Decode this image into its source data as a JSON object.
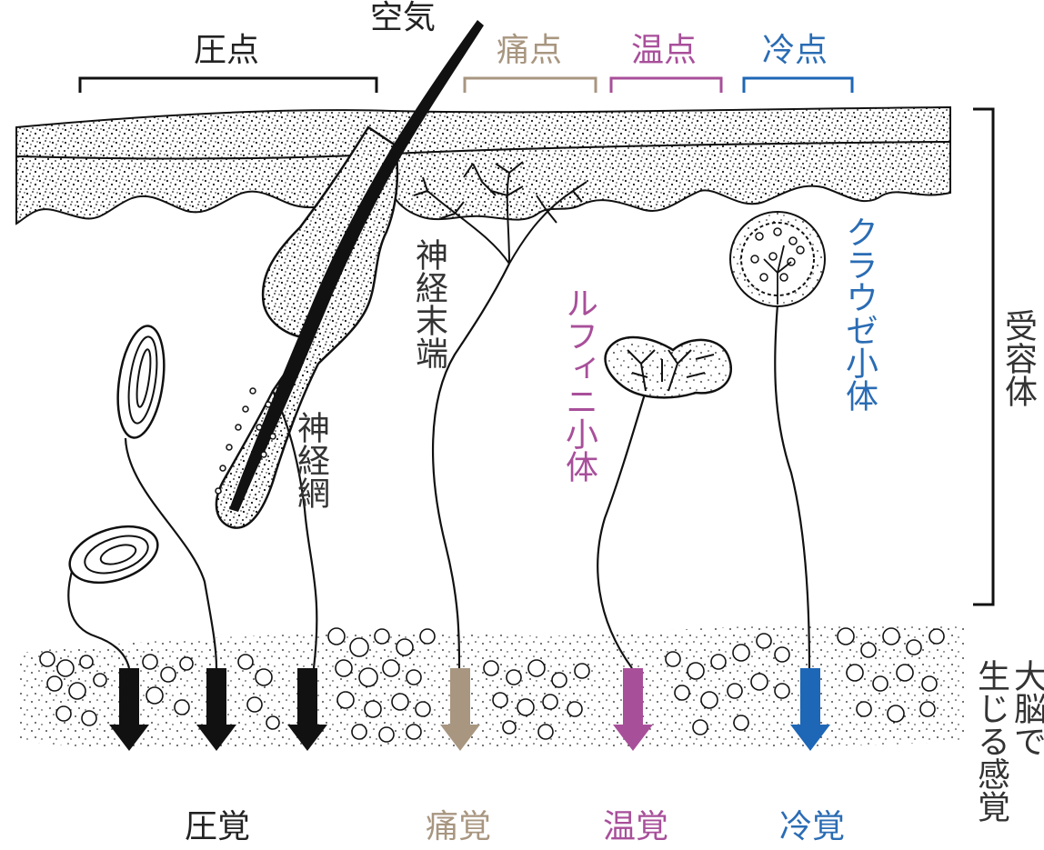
{
  "colors": {
    "pressure": "#111111",
    "pain": "#a89680",
    "warm": "#a84f9a",
    "cold": "#1e66b6",
    "ink": "#111111"
  },
  "top_labels": {
    "air": "空気",
    "pressure_point": "圧点",
    "pain_point": "痛点",
    "warm_point": "温点",
    "cold_point": "冷点"
  },
  "structures": {
    "free_nerve_endings": "神経末端",
    "nerve_net": "神経網",
    "ruffini": "ルフィニ小体",
    "krause": "クラウゼ小体",
    "receptors": "受容体",
    "brain_sensation_line1": "大脳で",
    "brain_sensation_line2": "生じる感覚"
  },
  "bottom_labels": {
    "pressure_sense": "圧覚",
    "pain_sense": "痛覚",
    "warm_sense": "温覚",
    "cold_sense": "冷覚"
  }
}
